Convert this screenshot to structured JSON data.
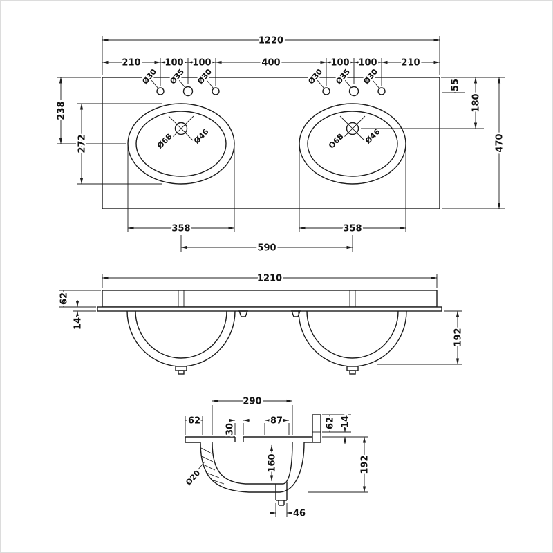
{
  "colors": {
    "line": "#1c1c1c",
    "background": "#ffffff"
  },
  "plan_view": {
    "overall_width": "1220",
    "top_segments": [
      "210",
      "100",
      "100",
      "400",
      "100",
      "100",
      "210"
    ],
    "tap_hole_diameters": [
      "Ø30",
      "Ø35",
      "Ø30",
      "Ø30",
      "Ø35",
      "Ø30"
    ],
    "edge_to_basin_center": "238",
    "basin_front_to_back": "272",
    "edge_to_tap_line": "55",
    "edge_to_drain_center": "180",
    "overall_depth": "470",
    "basin_width_left": "358",
    "basin_width_right": "358",
    "basin_center_spacing": "590",
    "left_basin_recess": "Ø68",
    "left_basin_drain": "Ø46",
    "right_basin_recess": "Ø68",
    "right_basin_drain": "Ø46"
  },
  "front_view": {
    "overall_width": "1210",
    "counter_thickness": "62",
    "lip_thickness": "14",
    "bowl_depth": "192"
  },
  "section_view": {
    "bowl_opening_width": "290",
    "front_edge_offset": "62",
    "tap_hole_width": "30",
    "tap_hole_offset": "87",
    "upstand_height": "62",
    "upstand_lip": "14",
    "overflow_diameter": "Ø20",
    "bowl_inner_depth": "160",
    "bowl_overall_depth": "192",
    "drain_width": "46"
  }
}
